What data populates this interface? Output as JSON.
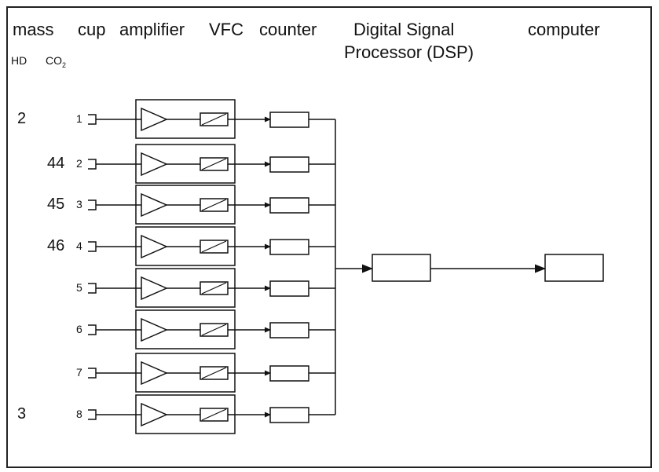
{
  "headers": {
    "mass": "mass",
    "cup": "cup",
    "amplifier": "amplifier",
    "vfc": "VFC",
    "counter": "counter",
    "dsp_line1": "Digital Signal",
    "dsp_line2": "Processor (DSP)",
    "computer": "computer"
  },
  "subheaders": {
    "hd": "HD",
    "co2": "CO",
    "co2_sub": "2"
  },
  "channels": [
    {
      "cup": "1",
      "mass": "2"
    },
    {
      "cup": "2",
      "mass": "44"
    },
    {
      "cup": "3",
      "mass": "45"
    },
    {
      "cup": "4",
      "mass": "46"
    },
    {
      "cup": "5",
      "mass": ""
    },
    {
      "cup": "6",
      "mass": ""
    },
    {
      "cup": "7",
      "mass": ""
    },
    {
      "cup": "8",
      "mass": "3"
    }
  ]
}
